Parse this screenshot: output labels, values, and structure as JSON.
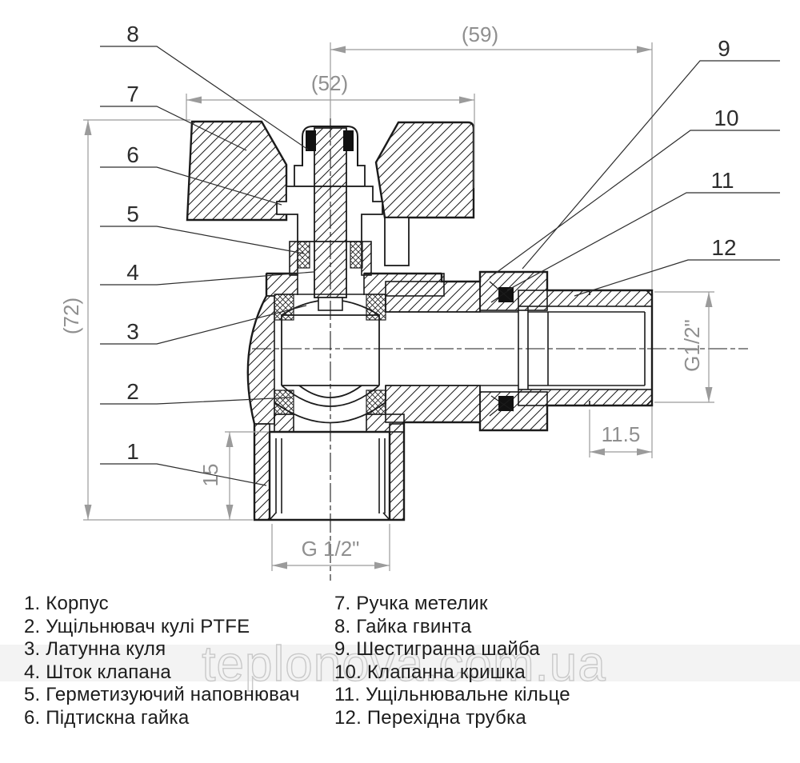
{
  "watermark": "teplonova.com.ua",
  "callouts": [
    "1",
    "2",
    "3",
    "4",
    "5",
    "6",
    "7",
    "8",
    "9",
    "10",
    "11",
    "12"
  ],
  "dimensions": {
    "overall_width": "(59)",
    "handle_width": "(52)",
    "overall_height": "(72)",
    "inlet_port_depth": "15",
    "inlet_thread": "G 1/2\"",
    "outlet_thread": "G1/2\"",
    "outlet_thread_length": "11.5"
  },
  "legend": {
    "left": [
      "1. Корпус",
      "2. Ущільнювач кулі PTFE",
      "3. Латунна куля",
      "4. Шток клапана",
      "5. Герметизуючий наповнювач",
      "6. Підтискна гайка"
    ],
    "right": [
      "7. Ручка метелик",
      "8. Гайка гвинта",
      "9. Шестигранна шайба",
      "10. Клапанна кришка",
      "11. Ущільнювальне кільце",
      "12. Перехідна трубка"
    ]
  }
}
